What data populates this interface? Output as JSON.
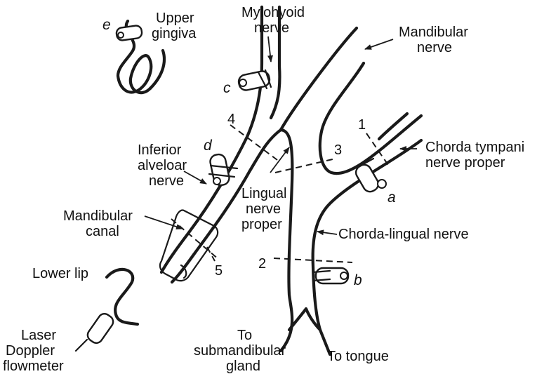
{
  "labels": {
    "upper_gingiva": [
      "Upper",
      "gingiva"
    ],
    "mylohyoid_nerve": [
      "Mylohyoid",
      "nerve"
    ],
    "mandibular_nerve": [
      "Mandibular",
      "nerve"
    ],
    "chorda_tympani": [
      "Chorda tympani",
      "nerve proper"
    ],
    "inferior_alveolar": [
      "Inferior",
      "alveloar",
      "nerve"
    ],
    "lingual_nerve": [
      "Lingual",
      "nerve",
      "proper"
    ],
    "mandibular_canal": [
      "Mandibular",
      "canal"
    ],
    "chorda_lingual": "Chorda-lingual nerve",
    "lower_lip": "Lower lip",
    "laser_doppler": [
      "Laser",
      "Doppler",
      "flowmeter"
    ],
    "submandibular": [
      "To",
      "submandibular",
      "gland"
    ],
    "to_tongue": "To tongue"
  },
  "section_numbers": [
    "1",
    "2",
    "3",
    "4",
    "5"
  ],
  "electrode_letters": [
    "a",
    "b",
    "c",
    "d",
    "e"
  ]
}
